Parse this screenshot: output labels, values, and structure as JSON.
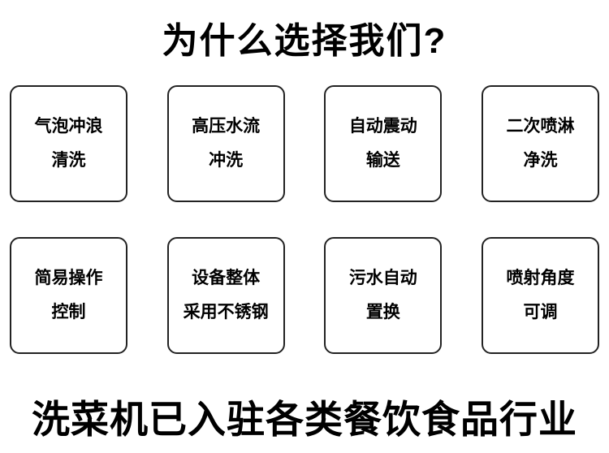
{
  "title": "为什么选择我们?",
  "footer": "洗菜机已入驻各类餐饮食品行业",
  "cards": [
    {
      "line1": "气泡冲浪",
      "line2": "清洗"
    },
    {
      "line1": "高压水流",
      "line2": "冲洗"
    },
    {
      "line1": "自动震动",
      "line2": "输送"
    },
    {
      "line1": "二次喷淋",
      "line2": "净洗"
    },
    {
      "line1": "简易操作",
      "line2": "控制"
    },
    {
      "line1": "设备整体",
      "line2": "采用不锈钢"
    },
    {
      "line1": "污水自动",
      "line2": "置换"
    },
    {
      "line1": "喷射角度",
      "line2": "可调"
    }
  ]
}
